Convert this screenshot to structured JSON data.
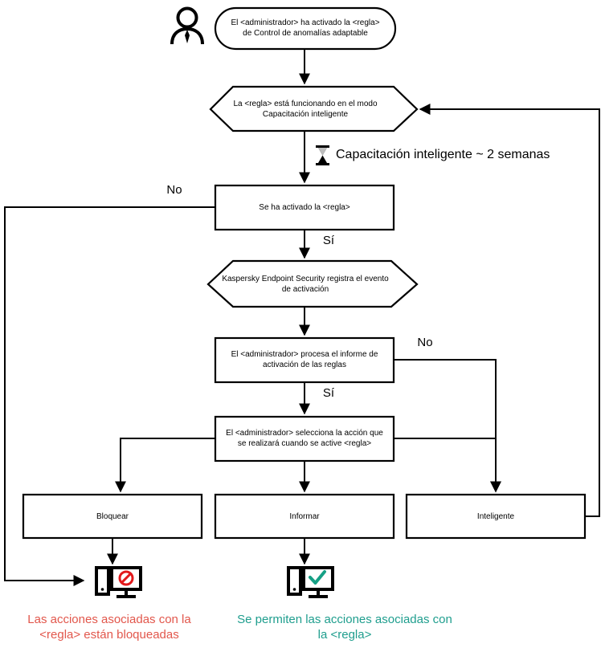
{
  "diagram": {
    "title": "Adaptive Anomaly Control rule flow",
    "actor": {
      "icon": "person-icon",
      "label": ""
    },
    "nodes": {
      "start": {
        "shape": "rounded",
        "text": "El <administrador> ha activado la <regla>\nde Control de anomalías adaptable"
      },
      "training_mode": {
        "shape": "hexagon",
        "text": "La <regla> está funcionando en el modo\nCapacitación inteligente"
      },
      "rule_triggered": {
        "shape": "rect",
        "text": "Se ha activado la <regla>"
      },
      "kes_logs_event": {
        "shape": "hexagon",
        "text": "Kaspersky Endpoint Security registra el evento\nde activación"
      },
      "admin_processes_report": {
        "shape": "rect",
        "text": "El <administrador> procesa el informe de\nactivación de las reglas"
      },
      "admin_selects_action": {
        "shape": "rect",
        "text": "El <administrador> selecciona la acción que\nse realizará cuando se active <regla>"
      },
      "block": {
        "shape": "rect",
        "text": "Bloquear"
      },
      "inform": {
        "shape": "rect",
        "text": "Informar"
      },
      "smart": {
        "shape": "rect",
        "text": "Inteligente"
      }
    },
    "annotations": [
      {
        "id": "smart-training-duration",
        "icon": "hourglass-icon",
        "text": "Capacitación inteligente ~ 2 semanas"
      }
    ],
    "edge_labels": {
      "rule_triggered_no": "No",
      "rule_triggered_yes": "Sí",
      "report_no": "No",
      "report_yes": "Sí"
    },
    "outcomes": [
      {
        "id": "blocked-outcome",
        "icon": "monitor-blocked-icon",
        "icon_color": "#e2191c",
        "caption": "Las acciones asociadas con la\n<regla> están bloqueadas",
        "caption_color": "#e2574c"
      },
      {
        "id": "allowed-outcome",
        "icon": "monitor-allowed-icon",
        "icon_color": "#16a085",
        "caption": "Se permiten las acciones asociadas con\nla <regla>",
        "caption_color": "#1f9e8e"
      }
    ],
    "colors": {
      "stroke": "#000000",
      "fill": "#ffffff",
      "blocked": "#e2574c",
      "allowed": "#1f9e8e",
      "icon_red": "#e2191c",
      "icon_teal": "#16a085"
    }
  }
}
